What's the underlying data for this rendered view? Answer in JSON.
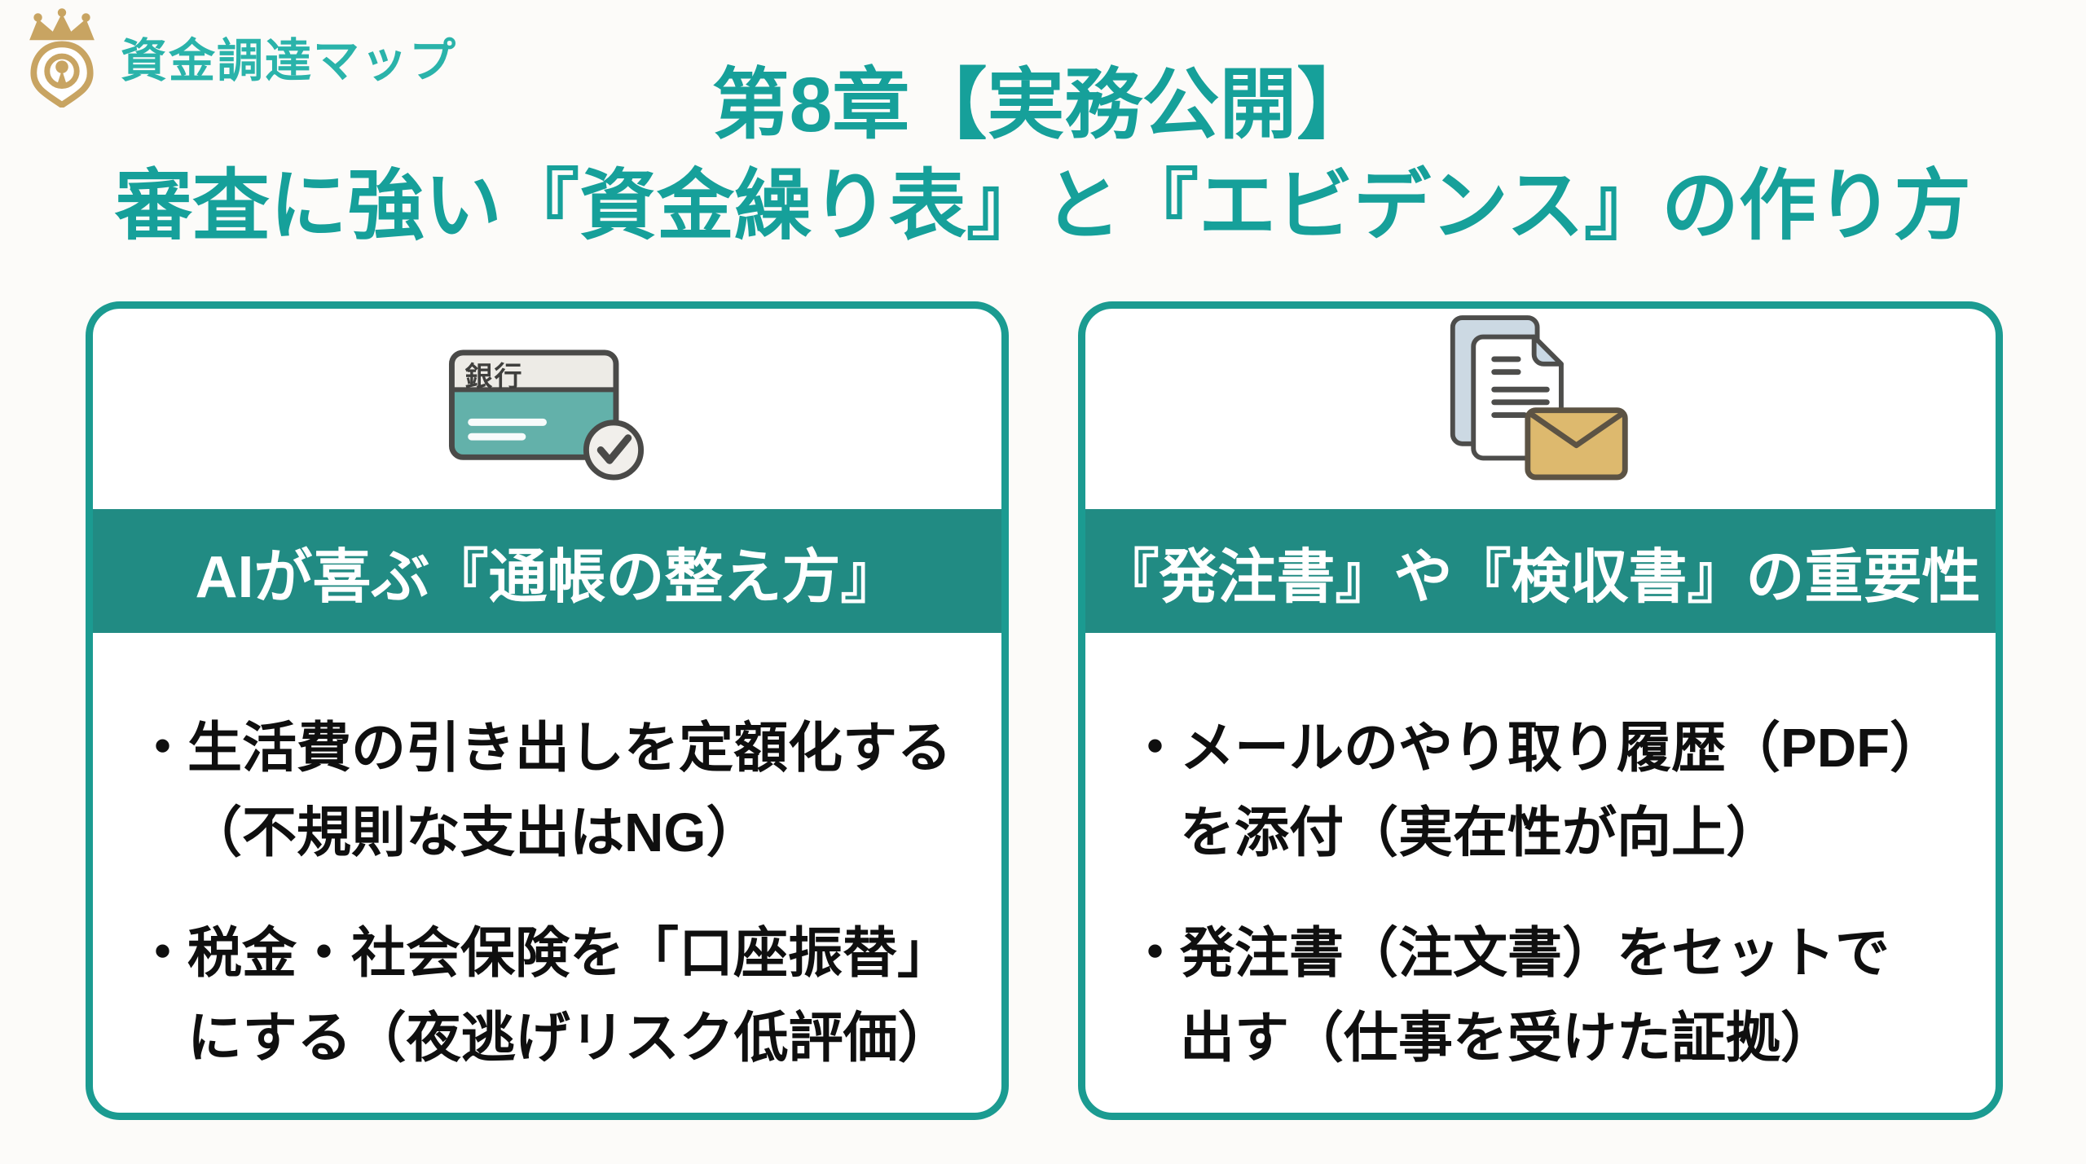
{
  "brand": {
    "name": "資金調達マップ",
    "icon": "crown-pin-logo-icon"
  },
  "title": {
    "line1": "第8章【実務公開】",
    "line2": "審査に強い『資金繰り表』と『エビデンス』の作り方"
  },
  "bullet_marker": "・",
  "cards": [
    {
      "id": "bank-book",
      "icon": "bank-passbook-check-icon",
      "icon_label": "銀行",
      "header": "AIが喜ぶ『通帳の整え方』",
      "bullets": [
        {
          "line1": "生活費の引き出しを定額化する",
          "line2": "（不規則な支出はNG）"
        },
        {
          "line1": "税金・社会保険を「口座振替」",
          "line2": "にする（夜逃げリスク低評価）"
        }
      ]
    },
    {
      "id": "documents-evidence",
      "icon": "documents-envelope-icon",
      "header": "『発注書』や『検収書』の重要性",
      "bullets": [
        {
          "line1": "メールのやり取り履歴（PDF）",
          "line2": "を添付（実在性が向上）"
        },
        {
          "line1": "発注書（注文書）をセットで",
          "line2": "出す（仕事を受けた証拠）"
        }
      ]
    }
  ],
  "colors": {
    "background": "#fcfbf9",
    "title_teal": "#16a09a",
    "card_border": "#1b9b91",
    "band_background": "#218b83",
    "band_text": "#ffffff",
    "body_text": "#0f0f0f",
    "logo_teal": "#2ab3aa",
    "logo_gold": "#c8a462",
    "icon_teal": "#63b1aa",
    "doc_blue_gray": "#ccd9e3",
    "envelope_tan": "#ddb96e"
  }
}
